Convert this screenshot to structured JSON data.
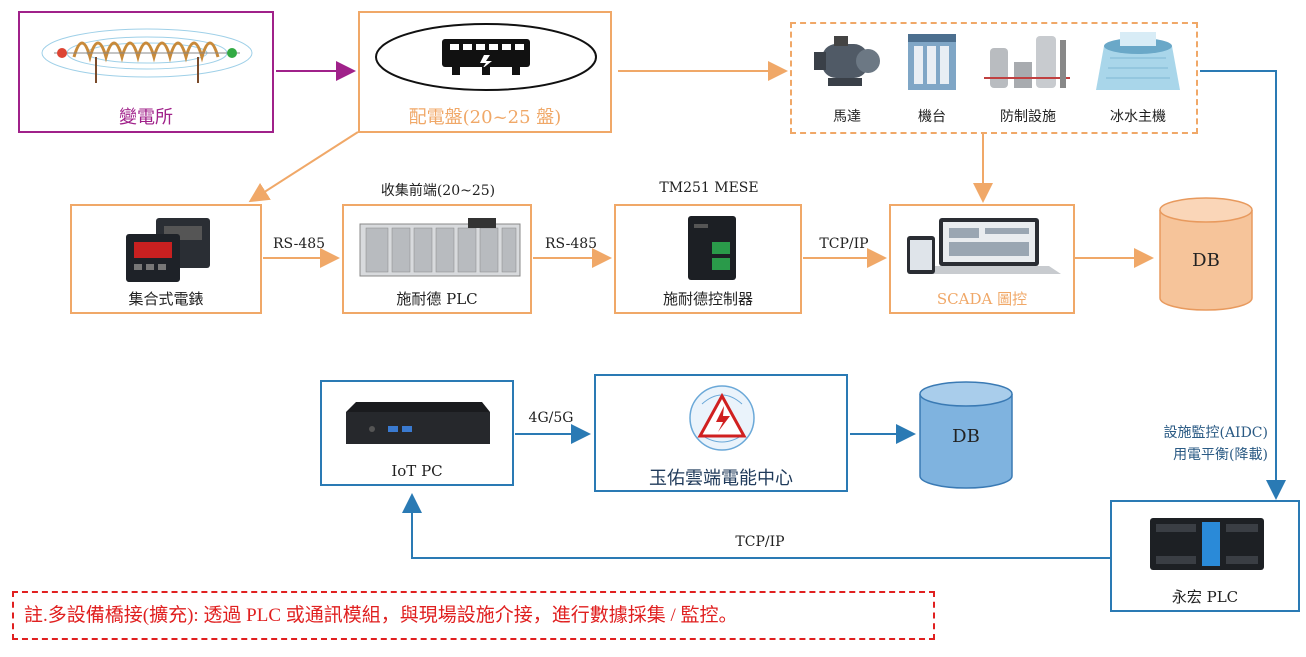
{
  "nodes": {
    "substation": "變電所",
    "panel": "配電盤(20~25 盤)",
    "equipment": {
      "items": [
        "馬達",
        "機台",
        "防制設施",
        "冰水主機"
      ]
    },
    "meter": "集合式電錶",
    "collector": {
      "caption": "收集前端(20~25)",
      "label": "施耐德 PLC"
    },
    "controller": {
      "caption": "TM251 MESE",
      "label": "施耐德控制器"
    },
    "scada": "SCADA 圖控",
    "db1": "DB",
    "iotpc": "IoT PC",
    "cloud": "玉佑雲端電能中心",
    "db2": "DB",
    "yonghong": "永宏 PLC"
  },
  "edges": {
    "rs485_a": "RS-485",
    "rs485_b": "RS-485",
    "tcpip_a": "TCP/IP",
    "net_4g5g": "4G/5G",
    "tcpip_b": "TCP/IP",
    "aidc_line1": "設施監控(AIDC)",
    "aidc_line2": "用電平衡(降載)"
  },
  "note": "註.多設備橋接(擴充): 透過 PLC 或通訊模組，與現場設施介接，進行數據採集 / 監控。",
  "colors": {
    "orange": "#f0a868",
    "blue": "#2a7ab4",
    "purple": "#a0218a",
    "red": "#e02020",
    "db_orange": "#f6c49a",
    "db_blue": "#7fb3df"
  }
}
